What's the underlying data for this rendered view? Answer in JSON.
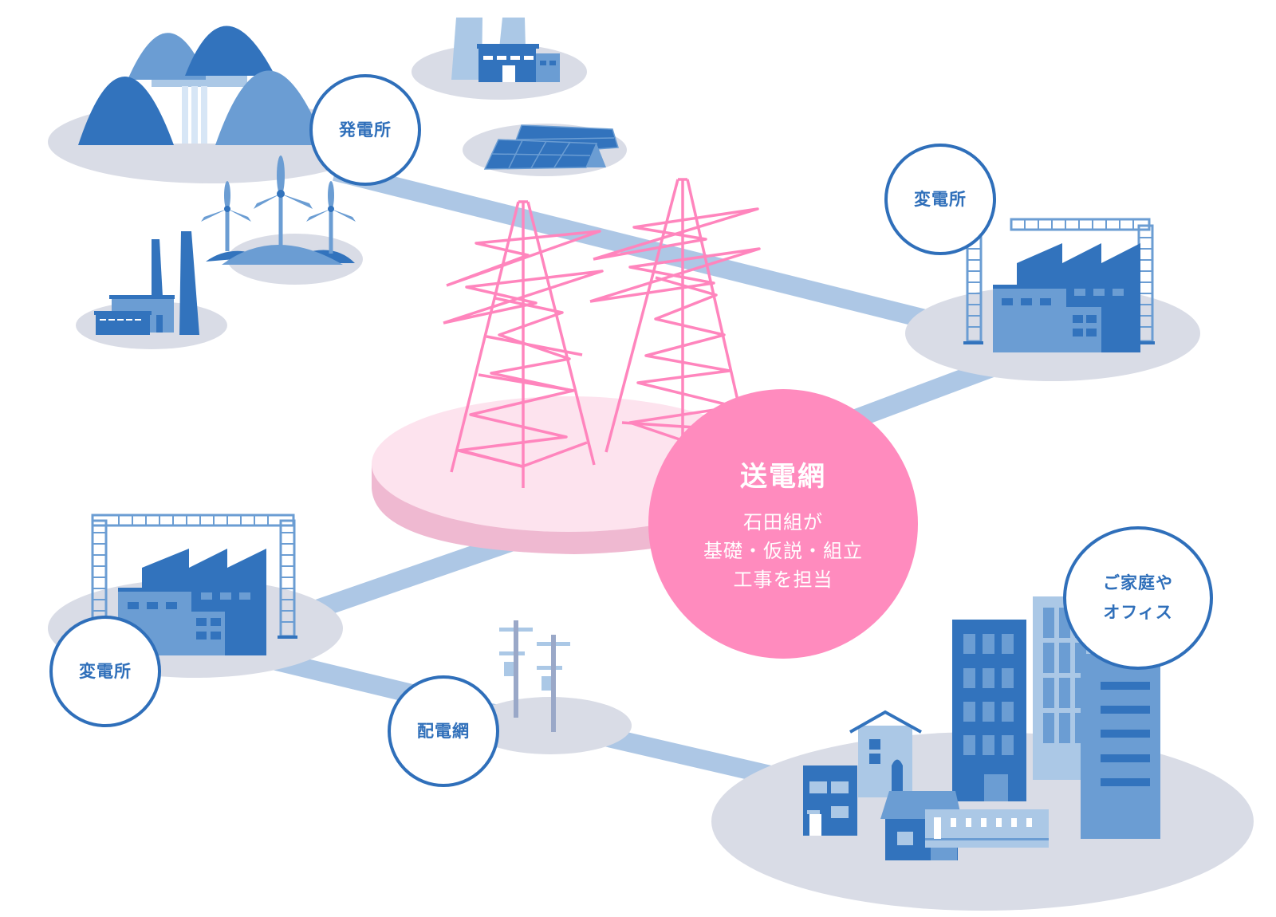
{
  "diagram": {
    "title": "送電網",
    "description_lines": [
      "石田組が",
      "基礎・仮説・組立",
      "工事を担当"
    ],
    "nodes": [
      {
        "id": "power-plant",
        "label": "発電所"
      },
      {
        "id": "substation-upper",
        "label": "変電所"
      },
      {
        "id": "substation-lower",
        "label": "変電所"
      },
      {
        "id": "distribution-network",
        "label": "配電網"
      },
      {
        "id": "homes-offices",
        "label_lines": [
          "ご家庭や",
          "オフィス"
        ]
      }
    ],
    "edges": [
      {
        "from": "power-plant",
        "to": "substation-upper"
      },
      {
        "from": "substation-upper",
        "to": "transmission-network"
      },
      {
        "from": "transmission-network",
        "to": "substation-lower"
      },
      {
        "from": "substation-lower",
        "to": "distribution-network"
      },
      {
        "from": "distribution-network",
        "to": "homes-offices"
      }
    ],
    "colors": {
      "primary_blue": "#3273bd",
      "mid_blue": "#6b9dd3",
      "light_blue": "#abc8e6",
      "road": "#adc7e5",
      "ground": "#d9dce6",
      "pink": "#ff8bbe",
      "pink_platform_top": "#fde3ee",
      "pink_platform_side": "#efb9d1",
      "label_border": "#2f6fba"
    }
  }
}
